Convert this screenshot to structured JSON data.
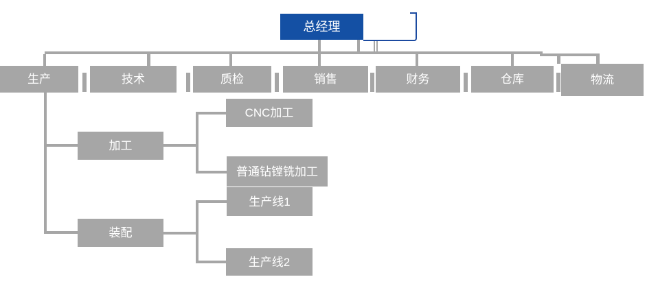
{
  "diagram": {
    "type": "org-chart",
    "nodes": {
      "root": {
        "label": "总经理"
      },
      "level1": [
        {
          "label": "生产"
        },
        {
          "label": "技术"
        },
        {
          "label": "质检"
        },
        {
          "label": "销售"
        },
        {
          "label": "财务"
        },
        {
          "label": "仓库"
        },
        {
          "label": "物流"
        }
      ],
      "level2": [
        {
          "label": "加工",
          "parent": "生产"
        },
        {
          "label": "装配",
          "parent": "生产"
        }
      ],
      "level3": [
        {
          "label": "CNC加工",
          "parent": "加工"
        },
        {
          "label": "普通钻镗铣加工",
          "parent": "加工"
        },
        {
          "label": "生产线1",
          "parent": "装配"
        },
        {
          "label": "生产线2",
          "parent": "装配"
        }
      ]
    },
    "colors": {
      "root_fill": "#1450a4",
      "selection_outline": "#1b4aa0",
      "node_fill": "#a6a6a6",
      "connector": "#a6a6a6",
      "text": "#ffffff",
      "background": "#ffffff"
    }
  }
}
